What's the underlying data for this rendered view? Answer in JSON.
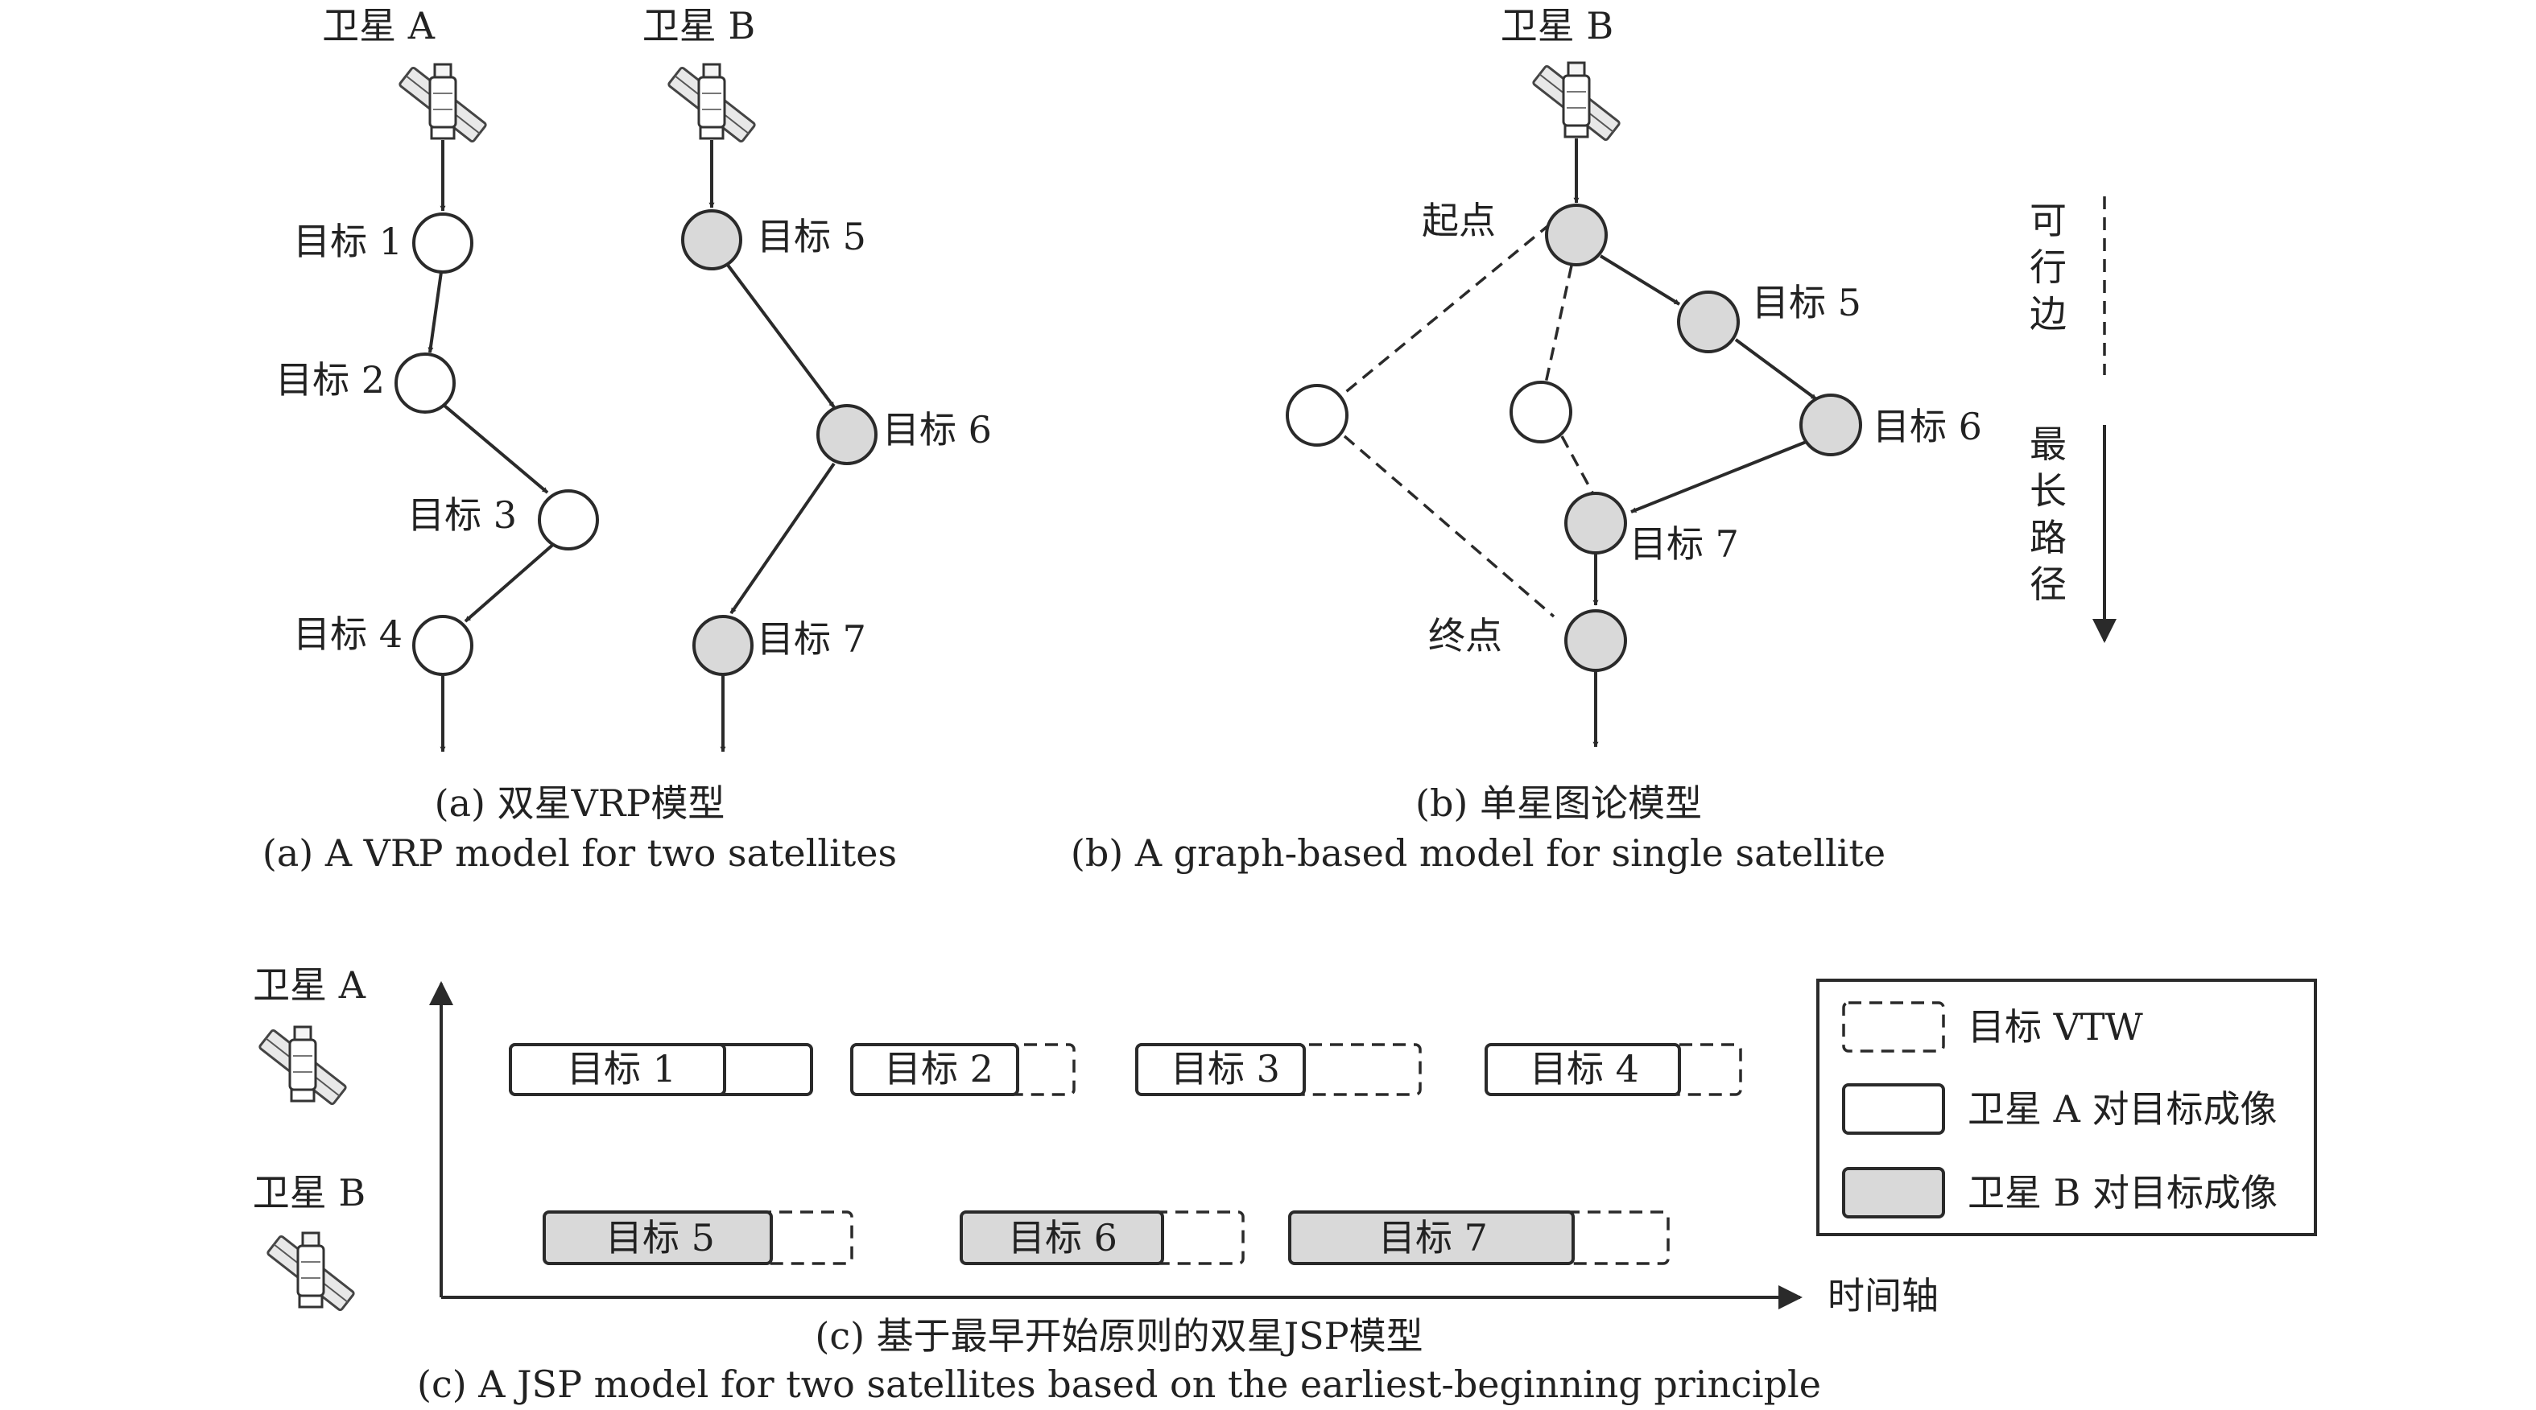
{
  "colors": {
    "visited": "#d9d9d9",
    "unvisited": "#ffffff",
    "stroke": "#2a2a2a"
  },
  "panel_a": {
    "sat_a_label": "卫星 A",
    "sat_b_label": "卫星 B",
    "targets_a": [
      "目标 1",
      "目标 2",
      "目标 3",
      "目标 4"
    ],
    "targets_b": [
      "目标 5",
      "目标 6",
      "目标 7"
    ],
    "caption_zh": "(a) 双星VRP模型",
    "caption_en": "(a) A VRP model for two satellites"
  },
  "panel_b": {
    "sat_label": "卫星 B",
    "start_label": "起点",
    "end_label": "终点",
    "targets": [
      "目标 5",
      "目标 6",
      "目标 7"
    ],
    "legend_feasible": [
      "可",
      "行",
      "边"
    ],
    "legend_longest": [
      "最",
      "长",
      "路",
      "径"
    ],
    "caption_zh": "(b) 单星图论模型",
    "caption_en": "(b) A graph-based model for single satellite"
  },
  "panel_c": {
    "sat_a_label": "卫星 A",
    "sat_b_label": "卫星 B",
    "row_a_tasks": [
      "目标 1",
      "目标 2",
      "目标 3",
      "目标 4"
    ],
    "row_b_tasks": [
      "目标 5",
      "目标 6",
      "目标 7"
    ],
    "time_axis_label": "时间轴",
    "legend": [
      "目标 VTW",
      "卫星 A 对目标成像",
      "卫星 B 对目标成像"
    ],
    "caption_zh": "(c) 基于最早开始原则的双星JSP模型",
    "caption_en": "(c) A JSP model for two satellites based on the earliest-beginning principle"
  }
}
